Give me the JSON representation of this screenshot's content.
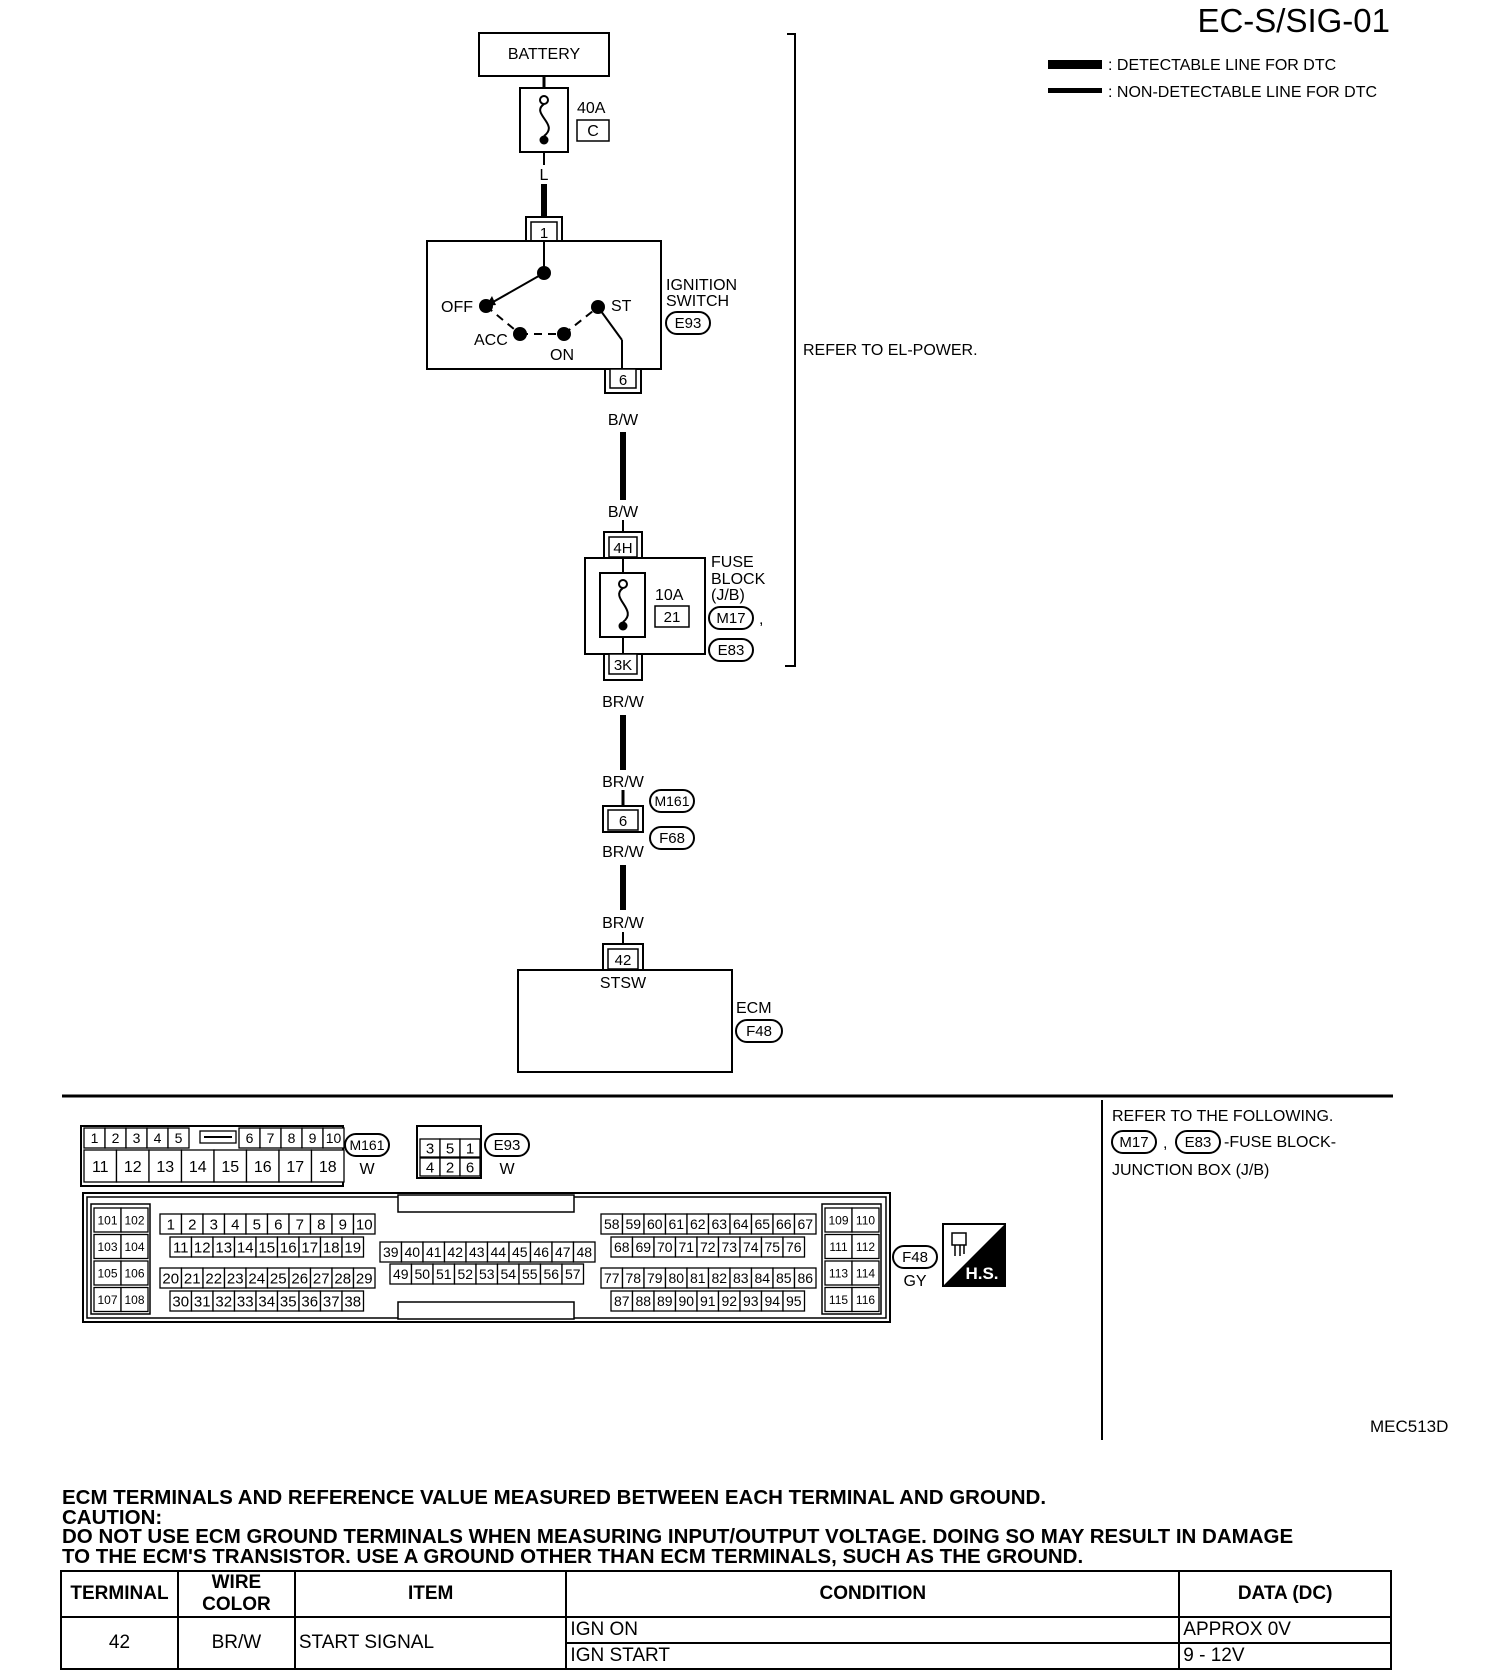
{
  "header": {
    "code": "EC-S/SIG-01",
    "legend": [
      {
        "label": ": DETECTABLE LINE FOR DTC"
      },
      {
        "label": ": NON-DETECTABLE LINE FOR DTC"
      }
    ],
    "figure_id": "MEC513D"
  },
  "circuit": {
    "battery": "BATTERY",
    "fuse_main": {
      "rating": "40A",
      "id": "C"
    },
    "wire_l": "L",
    "ignition": {
      "pin_in": "1",
      "pin_out": "6",
      "name_line1": "IGNITION",
      "name_line2": "SWITCH",
      "connector": "E93",
      "positions": {
        "off": "OFF",
        "acc": "ACC",
        "on": "ON",
        "st": "ST"
      }
    },
    "wire_bw": "B/W",
    "refer_power": "REFER TO EL-POWER.",
    "fuse_block": {
      "pin_in": "4H",
      "pin_out": "3K",
      "rating": "10A",
      "id": "21",
      "name_line1": "FUSE",
      "name_line2": "BLOCK",
      "name_line3": "(J/B)",
      "conn1": "M17",
      "sep": ",",
      "conn2": "E83"
    },
    "wire_brw": "BR/W",
    "joint": {
      "pin": "6",
      "conn1": "M161",
      "conn2": "F68"
    },
    "ecm": {
      "pin": "42",
      "signal": "STSW",
      "name": "ECM",
      "connector": "F48"
    }
  },
  "connectors": {
    "m161": {
      "top": [
        "1",
        "2",
        "3",
        "4",
        "5",
        "6",
        "7",
        "8",
        "9",
        "10"
      ],
      "bottom": [
        "11",
        "12",
        "13",
        "14",
        "15",
        "16",
        "17",
        "18"
      ],
      "id": "M161",
      "color": "W"
    },
    "e93": {
      "top": [
        "3",
        "5",
        "1"
      ],
      "bottom": [
        "4",
        "2",
        "6"
      ],
      "id": "E93",
      "color": "W"
    },
    "f48": {
      "id": "F48",
      "color": "GY",
      "hs": "H.S.",
      "left_cols": [
        [
          "101",
          "103",
          "105",
          "107"
        ],
        [
          "102",
          "104",
          "106",
          "108"
        ]
      ],
      "row1": [
        "1",
        "2",
        "3",
        "4",
        "5",
        "6",
        "7",
        "8",
        "9",
        "10"
      ],
      "row2": [
        "11",
        "12",
        "13",
        "14",
        "15",
        "16",
        "17",
        "18",
        "19"
      ],
      "row3": [
        "20",
        "21",
        "22",
        "23",
        "24",
        "25",
        "26",
        "27",
        "28",
        "29"
      ],
      "row4": [
        "30",
        "31",
        "32",
        "33",
        "34",
        "35",
        "36",
        "37",
        "38"
      ],
      "mid1": [
        "39",
        "40",
        "41",
        "42",
        "43",
        "44",
        "45",
        "46",
        "47",
        "48"
      ],
      "mid2": [
        "49",
        "50",
        "51",
        "52",
        "53",
        "54",
        "55",
        "56",
        "57"
      ],
      "r1": [
        "58",
        "59",
        "60",
        "61",
        "62",
        "63",
        "64",
        "65",
        "66",
        "67"
      ],
      "r2": [
        "68",
        "69",
        "70",
        "71",
        "72",
        "73",
        "74",
        "75",
        "76"
      ],
      "r3": [
        "77",
        "78",
        "79",
        "80",
        "81",
        "82",
        "83",
        "84",
        "85",
        "86"
      ],
      "r4": [
        "87",
        "88",
        "89",
        "90",
        "91",
        "92",
        "93",
        "94",
        "95"
      ],
      "right_cols": [
        [
          "109",
          "111",
          "113",
          "115"
        ],
        [
          "110",
          "112",
          "114",
          "116"
        ]
      ]
    },
    "refer": {
      "line1": "REFER TO THE FOLLOWING.",
      "conn1": "M17",
      "sep": ",",
      "conn2": "E83",
      "suffix": "-FUSE BLOCK-",
      "line3": "JUNCTION BOX (J/B)"
    }
  },
  "notes": {
    "line1": "ECM TERMINALS AND REFERENCE VALUE MEASURED BETWEEN EACH TERMINAL AND GROUND.",
    "line2": "CAUTION:",
    "line3": "DO NOT USE ECM GROUND TERMINALS WHEN MEASURING INPUT/OUTPUT VOLTAGE. DOING SO MAY RESULT IN  DAMAGE",
    "line4": "TO THE  ECM'S TRANSISTOR. USE A GROUND OTHER THAN ECM TERMINALS, SUCH AS THE GROUND."
  },
  "table": {
    "headers": [
      "TERMINAL",
      "WIRE COLOR",
      "ITEM",
      "CONDITION",
      "DATA (DC)"
    ],
    "terminal": "42",
    "wire_color": "BR/W",
    "item": "START SIGNAL",
    "rows": [
      {
        "condition": "IGN ON",
        "data": "APPROX 0V"
      },
      {
        "condition": "IGN START",
        "data": "9 - 12V"
      }
    ]
  }
}
